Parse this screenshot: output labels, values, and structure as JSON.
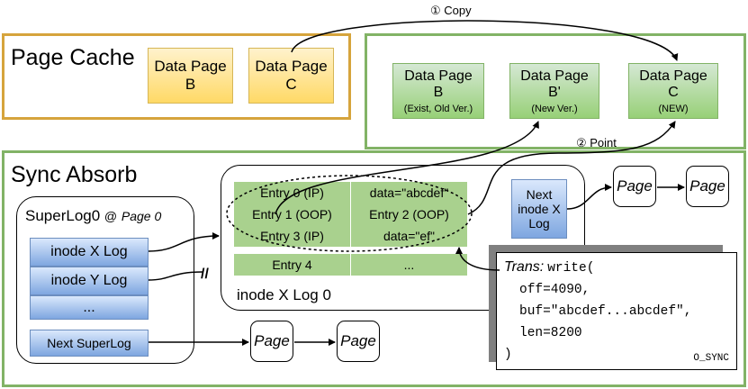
{
  "page_cache": {
    "title": "Page Cache",
    "pages": [
      {
        "line1": "Data Page",
        "line2": "B"
      },
      {
        "line1": "Data Page",
        "line2": "C"
      }
    ]
  },
  "storage": {
    "pages": [
      {
        "line1": "Data Page",
        "line2": "B",
        "note": "(Exist, Old Ver.)"
      },
      {
        "line1": "Data Page",
        "line2": "B'",
        "note": "(New Ver.)"
      },
      {
        "line1": "Data Page",
        "line2": "C",
        "note": "(NEW)"
      }
    ]
  },
  "arrows": {
    "copy": "① Copy",
    "point": "② Point"
  },
  "sync": {
    "title": "Sync Absorb",
    "superlog": {
      "title": "SuperLog0",
      "at": "@",
      "page_label": "Page 0",
      "items": [
        "inode X Log",
        "inode Y Log",
        "..."
      ],
      "next": "Next SuperLog"
    },
    "inode_log": {
      "label": "inode X Log 0",
      "rows": [
        [
          "Entry 0 (IP)",
          "data=\"abcdef\""
        ],
        [
          "Entry 1 (OOP)",
          "Entry 2 (OOP)"
        ],
        [
          "Entry 3 (IP)",
          "data=\"ef\""
        ],
        [
          "Entry 4",
          "..."
        ]
      ],
      "next": [
        "Next",
        "inode X",
        "Log"
      ]
    },
    "page_word": "Page",
    "break_mark": "//"
  },
  "trans": {
    "label": "Trans:",
    "call": "write(",
    "args": [
      "off=4090,",
      "buf=\"abcdef...abcdef\",",
      "len=8200"
    ],
    "close": ")",
    "flag": "O_SYNC"
  },
  "colors": {
    "orange": "#d6a43c",
    "green": "#82b366",
    "yellow": "#ffd966",
    "page_green": "#97d077",
    "blue": "#7ea6e0",
    "entry_green": "#a9d18e"
  }
}
